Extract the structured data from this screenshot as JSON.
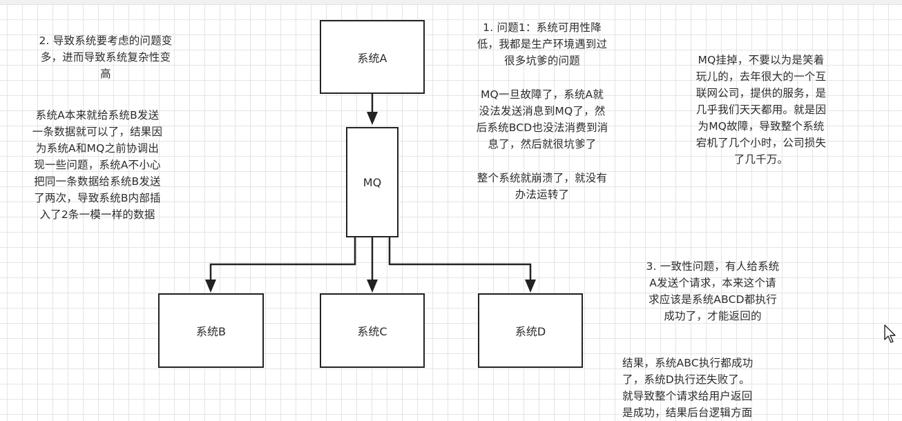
{
  "diagram": {
    "nodes": {
      "system_a": "系统A",
      "mq": "MQ",
      "system_b": "系统B",
      "system_c": "系统C",
      "system_d": "系统D"
    },
    "edges": [
      {
        "from": "system_a",
        "to": "mq"
      },
      {
        "from": "mq",
        "to": "system_b"
      },
      {
        "from": "mq",
        "to": "system_c"
      },
      {
        "from": "mq",
        "to": "system_d"
      }
    ]
  },
  "notes": {
    "problem2_title": "2. 导致系统要考虑的问题变\n多，进而导致系统复杂性变\n高",
    "problem2_detail": "系统A本来就给系统B发送\n一条数据就可以了，结果因\n为系统A和MQ之前协调出\n现一些问题，系统A不小心\n把同一条数据给系统B发送\n了两次，导致系统B内部插\n入了2条一模一样的数据",
    "problem1_title": "1. 问题1：系统可用性降\n低，我都是生产环境遇到过\n很多坑爹的问题",
    "problem1_detail": "MQ一旦故障了，系统A就\n没法发送消息到MQ了，然\n后系统BCD也没法消费到消\n息了，然后就很坑爹了",
    "problem1_conclusion": "整个系统就崩溃了，就没有\n办法运转了",
    "mq_outage_story": "MQ挂掉，不要以为是笑着\n玩儿的，去年很大的一个互\n联网公司，提供的服务，是\n几乎我们天天都用。就是因\n为MQ故障，导致整个系统\n宕机了几个小时，公司损失\n了几千万。",
    "problem3_title": "3. 一致性问题，有人给系统\nA发送个请求，本来这个请\n求应该是系统ABCD都执行\n成功了，才能返回的",
    "problem3_detail": "结果，系统ABC执行都成功\n了，系统D执行还失败了。\n就导致整个请求给用户返回\n是成功，结果后台逻辑方面"
  }
}
